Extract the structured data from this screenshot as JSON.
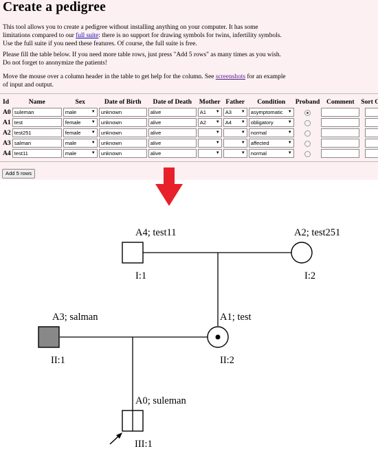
{
  "page": {
    "title": "Create a pedigree",
    "intro": {
      "t1": "This tool allows you to create a pedigree without installing anything on your computer. It has some",
      "t2": "limitations compared to our ",
      "link": "full suite",
      "t3": ": there is no support for drawing symbols for twins, infertility symbols.",
      "t4": "Use the full suite if you need these features. Of course, the full suite is free."
    },
    "fill": {
      "l1": "Please fill the table below. If you need more table rows, just press \"Add 5 rows\" as many times as you wish.",
      "l2": "Do not forget to anonymize the patients!"
    },
    "help": {
      "t1": "Move the mouse over a column header in the table to get help for the column. See ",
      "link": "screenshots",
      "t2": " for an example",
      "t3": "of input and output."
    }
  },
  "table": {
    "headers": {
      "id": "Id",
      "name": "Name",
      "sex": "Sex",
      "dob": "Date of Birth",
      "dod": "Date of Death",
      "mother": "Mother",
      "father": "Father",
      "condition": "Condition",
      "proband": "Proband",
      "comment": "Comment",
      "sort": "Sort Order"
    },
    "rows": [
      {
        "id": "A0",
        "name": "suleman",
        "sex": "male",
        "dob": "unknown",
        "dod": "alive",
        "mother": "A1",
        "father": "A3",
        "condition": "asymptomatic",
        "proband": true
      },
      {
        "id": "A1",
        "name": "test",
        "sex": "female",
        "dob": "unknown",
        "dod": "alive",
        "mother": "A2",
        "father": "A4",
        "condition": "obligatory",
        "proband": false
      },
      {
        "id": "A2",
        "name": "test251",
        "sex": "female",
        "dob": "unknown",
        "dod": "alive",
        "mother": "",
        "father": "",
        "condition": "normal",
        "proband": false
      },
      {
        "id": "A3",
        "name": "salman",
        "sex": "male",
        "dob": "unknown",
        "dod": "alive",
        "mother": "",
        "father": "",
        "condition": "affected",
        "proband": false
      },
      {
        "id": "A4",
        "name": "test11",
        "sex": "male",
        "dob": "unknown",
        "dod": "alive",
        "mother": "",
        "father": "",
        "condition": "normal",
        "proband": false
      }
    ]
  },
  "add_button": "Add 5 rows",
  "arrow_color": "#e8202a",
  "pedigree": {
    "a4_label": "A4; test11",
    "a4_gen": "I:1",
    "a2_label": "A2; test251",
    "a2_gen": "I:2",
    "a3_label": "A3; salman",
    "a3_gen": "II:1",
    "a1_label": "A1; test",
    "a1_gen": "II:2",
    "a0_label": "A0; suleman",
    "a0_gen": "III:1",
    "affected_fill": "#888888"
  }
}
